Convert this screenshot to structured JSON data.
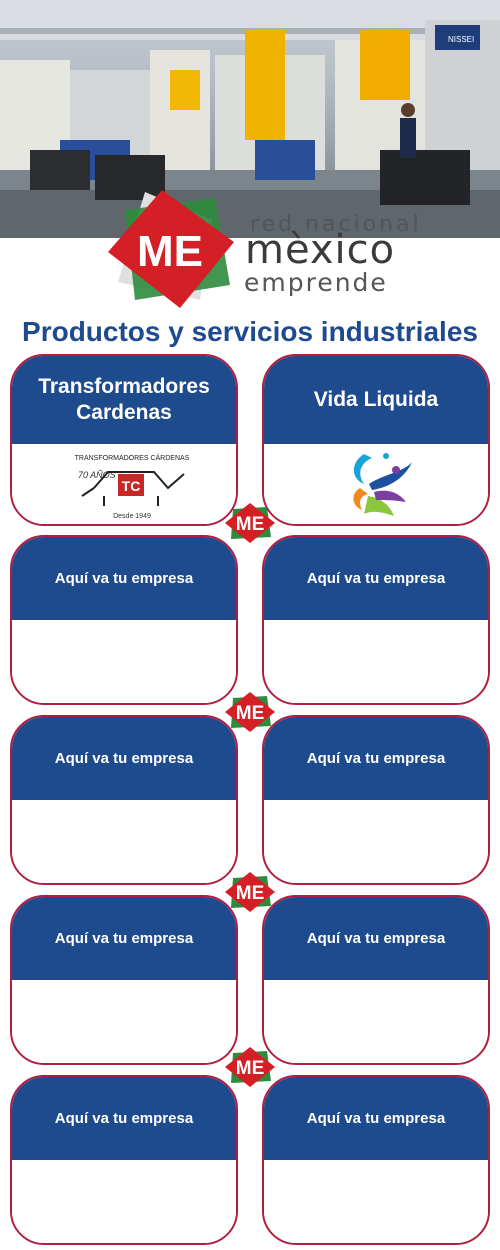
{
  "banner": {
    "machine_sign": "NISSEI"
  },
  "logo": {
    "monogram": "ME",
    "tagline_top": "red nacional",
    "name": "mèxico",
    "tagline_bottom": "emprende"
  },
  "page": {
    "title": "Productos y servicios industriales"
  },
  "companies": [
    {
      "name": "Transformadores Cardenas",
      "logo_text_top": "TRANSFORMADORES CÁRDENAS",
      "logo_monogram": "TC",
      "logo_anniversary": "70 AÑOS",
      "logo_text_bottom": "Desde 1949"
    },
    {
      "name": "Vida Liquida"
    }
  ],
  "placeholder_label": "Aquí va tu empresa",
  "colors": {
    "brand_blue": "#1e4a8e",
    "card_border": "#b01d3f",
    "me_red": "#d31f25",
    "me_green": "#2e8b3d"
  }
}
